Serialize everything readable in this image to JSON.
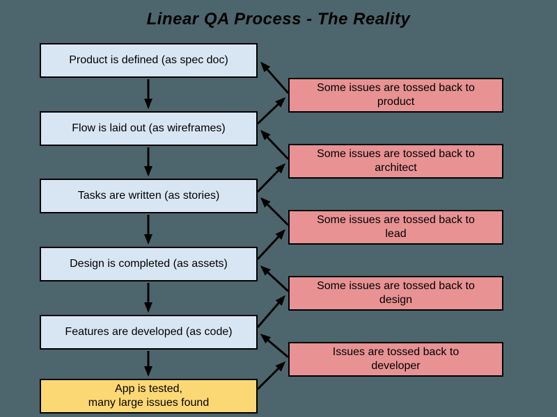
{
  "title": "Linear QA Process - The Reality",
  "colors": {
    "background": "#4d666d",
    "stage_fill": "#d8e6f4",
    "issue_fill": "#e89294",
    "test_fill": "#fcd875",
    "line": "#000000",
    "text": "#000000"
  },
  "stages": [
    {
      "label": "Product is defined (as spec doc)"
    },
    {
      "label": "Flow is laid out (as wireframes)"
    },
    {
      "label": "Tasks are written (as stories)"
    },
    {
      "label": "Design is completed (as assets)"
    },
    {
      "label": "Features are developed (as code)"
    }
  ],
  "test_stage": {
    "label": "App is tested,\nmany large issues found"
  },
  "issues": [
    {
      "label": "Some issues are tossed back to\nproduct"
    },
    {
      "label": "Some issues are tossed back to\narchitect"
    },
    {
      "label": "Some issues are tossed back to\nlead"
    },
    {
      "label": "Some issues are tossed back to\ndesign"
    },
    {
      "label": "Issues are tossed back to\ndeveloper"
    }
  ]
}
